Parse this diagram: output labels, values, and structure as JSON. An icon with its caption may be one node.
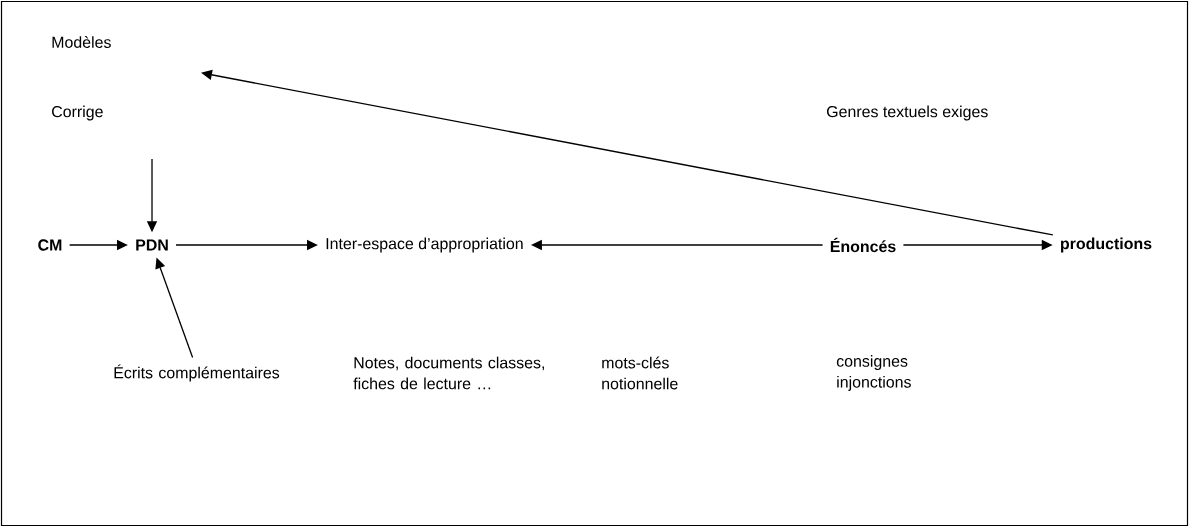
{
  "diagram": {
    "nodes": [
      {
        "text": [
          "CM"
        ]
      },
      {
        "text": [
          "PDN"
        ]
      },
      {
        "text": [
          "Inter-espace d’appropriation"
        ]
      },
      {
        "text": [
          "Énoncés"
        ]
      },
      {
        "text": [
          "productions"
        ]
      },
      {
        "text": [
          "Écrits complémentaires"
        ]
      }
    ],
    "edges": [
      {
        "from": 0,
        "to": 1,
        "arrow": "to"
      },
      {
        "from": 1,
        "to": 2,
        "arrow": "to"
      },
      {
        "from": 3,
        "to": 2,
        "arrow": "to"
      },
      {
        "from": 3,
        "to": 4,
        "arrow": "to"
      },
      {
        "from": null,
        "to": 1,
        "arrow": "to"
      },
      {
        "from": 5,
        "to": 1,
        "arrow": "to"
      },
      {
        "from": 4,
        "to": null,
        "arrow": "to"
      }
    ],
    "labels": [
      "Modèles",
      "Corrige",
      "Genres textuels exiges",
      "Notes, documents classes, fiches de lecture …",
      "mots-clés notionnelle",
      "consignes injonctions"
    ]
  }
}
